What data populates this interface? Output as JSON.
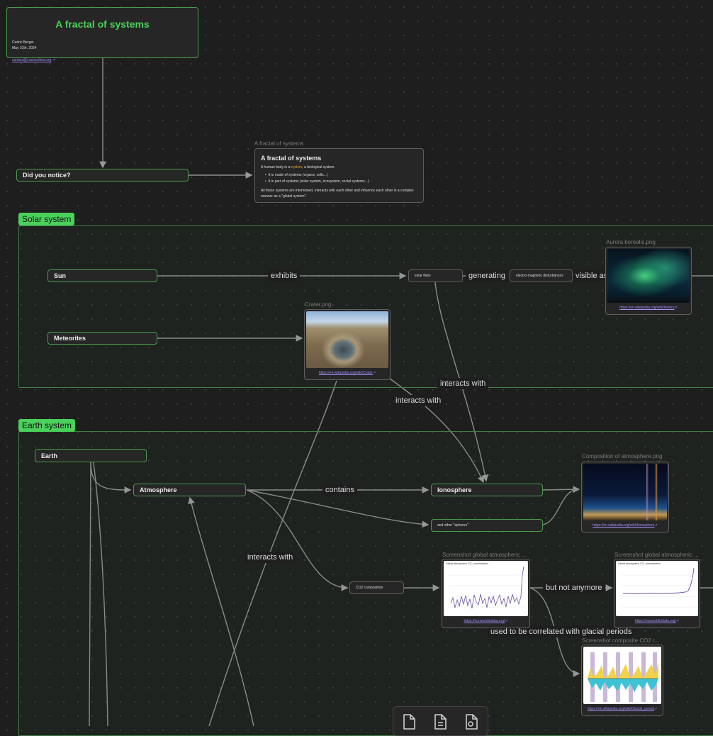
{
  "header": {
    "title": "A fractal of systems",
    "author": "Cedric Berger",
    "date": "May 31th, 2024",
    "email": "contact@cosmodima.org"
  },
  "notice": {
    "title": "Did you notice?"
  },
  "note": {
    "file_title": "A fractal of systems",
    "heading": "A fractal of systems",
    "intro_before": "A human body is a ",
    "intro_highlight": "system",
    "intro_after": ", a biological system.",
    "bullets": [
      "It is made of systems (organs, cells...)",
      "It is part of systems (solar system, ecosystem, social systems...)"
    ],
    "outro": "All these systems are intertwined, interacts with each other and influence each other in a complex manner as a \"global system\"."
  },
  "groups": {
    "solar": "Solar system",
    "earth": "Earth system"
  },
  "nodes": {
    "sun": "Sun",
    "meteorites": "Meteorites",
    "solar_flairs": "solar flairs",
    "em_disturbances": "electro-magnetic disturbances",
    "earth": "Earth",
    "atmosphere": "Atmosphere",
    "ionosphere": "Ionosphere",
    "other_spheres": "and other \"spheres\"",
    "co2": "CO2 composition"
  },
  "edges": {
    "exhibits": "exhibits",
    "generating": "generating",
    "visible_as": "visible as",
    "interacts_with_1": "interacts with",
    "interacts_with_2": "interacts with",
    "interacts_with_3": "interacts with",
    "contains": "contains",
    "but_not_anymore": "but not anymore",
    "glacial": "used to be correlated with glacial periods"
  },
  "files": {
    "aurora": {
      "title": "Aurora borealis.png",
      "link": "https://en.wikipedia.org/wiki/Aurora"
    },
    "crater": {
      "title": "Crater.png",
      "link": "https://en.wikipedia.org/wiki/Crater"
    },
    "atmo": {
      "title": "Composition of atmosphere.png",
      "link": "https://en.wikipedia.org/wiki/Ionosphere"
    },
    "co2a": {
      "title": "Screenshot global atmospheric ...",
      "link": "https://ourworldindata.org/",
      "chart_title": "Global atmospheric CO₂ concentration"
    },
    "co2b": {
      "title": "Screenshot global atmospheric ...",
      "link": "https://ourworldindata.org/",
      "chart_title": "Global atmospheric CO₂ concentration"
    },
    "comp": {
      "title": "Screenshot composite CO2 r...",
      "link": "https://en.wikipedia.org/wiki/Glacial_period"
    }
  },
  "toolbar": {
    "icons": [
      "file-icon",
      "note-icon",
      "media-file-icon"
    ]
  }
}
